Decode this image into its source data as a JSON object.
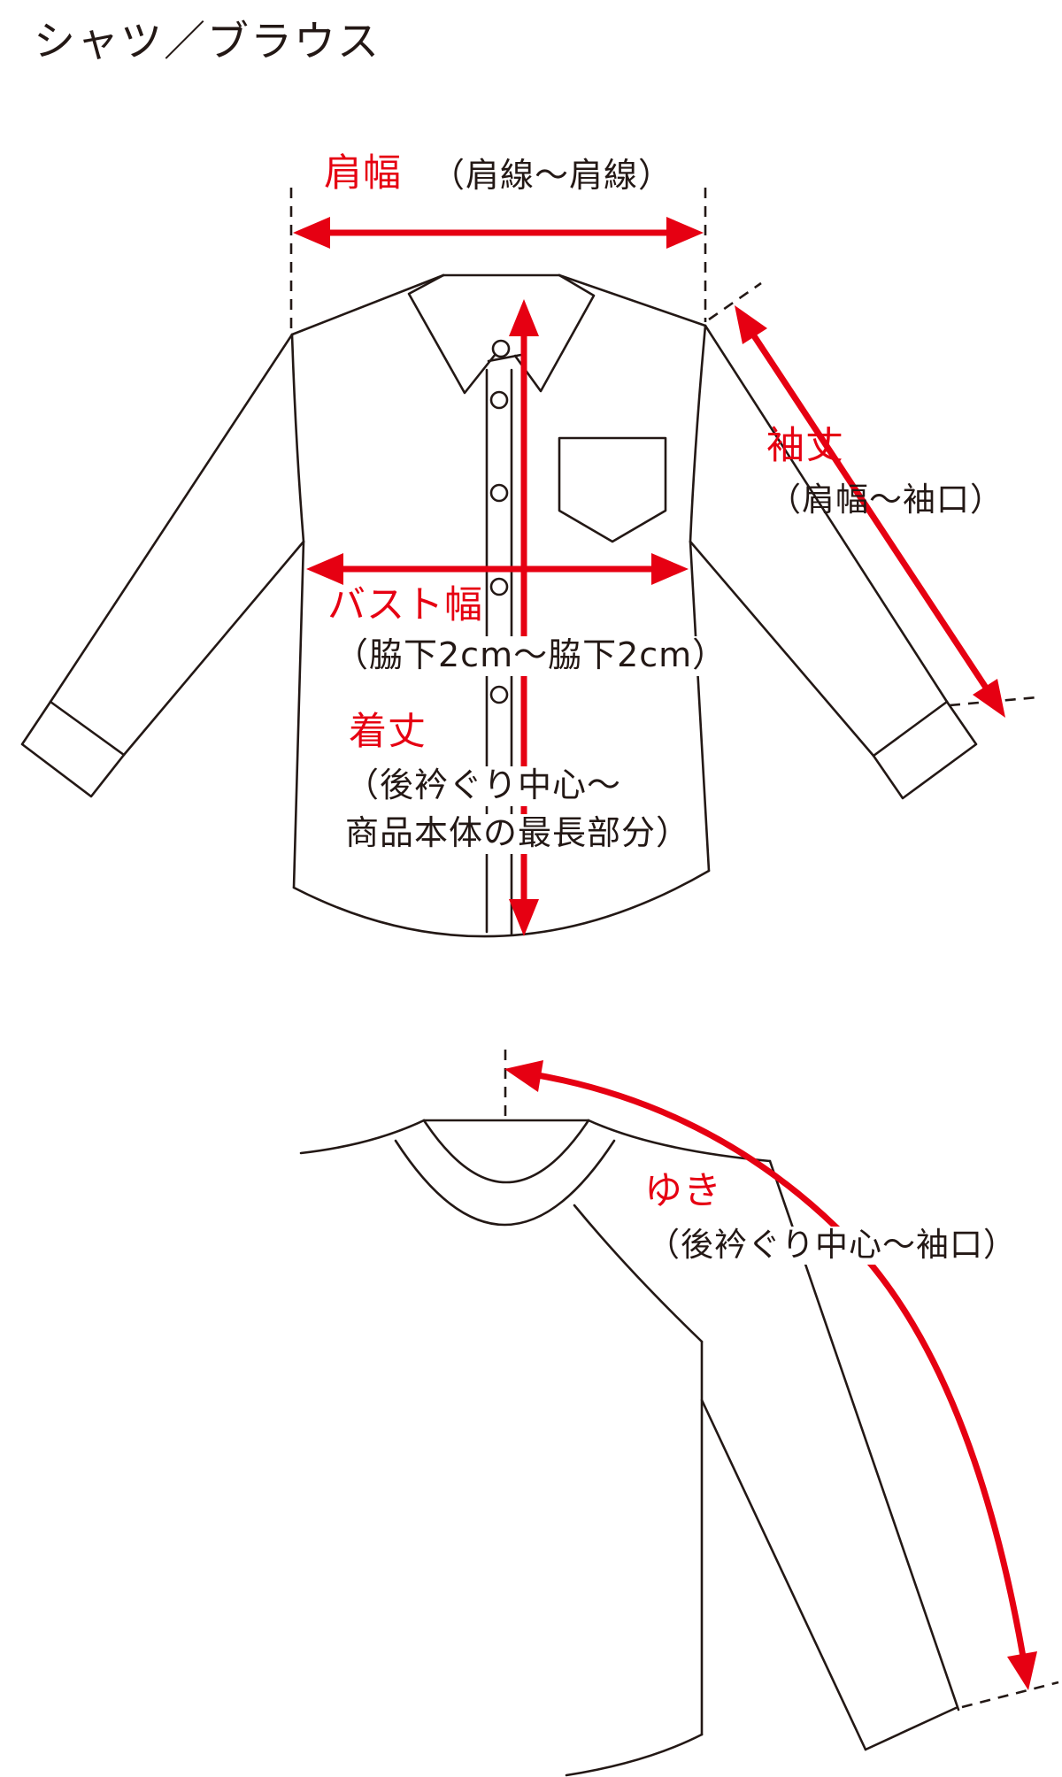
{
  "page": {
    "title": "シャツ／ブラウス"
  },
  "colors": {
    "accent_red": "#e60012",
    "line_black": "#231815"
  },
  "measurements": {
    "shoulder_width": {
      "label": "肩幅",
      "range": "（肩線～肩線）"
    },
    "sleeve_length": {
      "label": "袖丈",
      "range": "（肩幅～袖口）"
    },
    "bust_width": {
      "label": "バスト幅",
      "range": "（脇下2cm～脇下2cm）"
    },
    "body_length": {
      "label": "着丈",
      "range_line1": "（後衿ぐり中心～",
      "range_line2": "商品本体の最長部分）"
    },
    "yuki_length": {
      "label": "ゆき",
      "range": "（後衿ぐり中心～袖口）"
    }
  }
}
